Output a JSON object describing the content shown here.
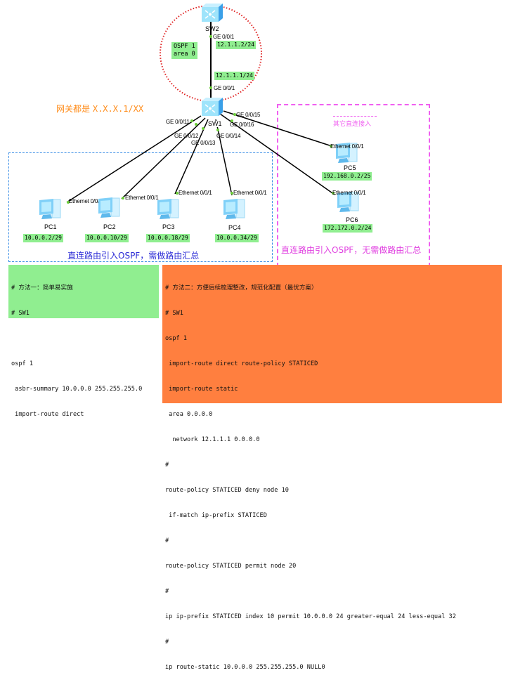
{
  "switches": [
    {
      "id": "sw2",
      "name": "SW2"
    },
    {
      "id": "sw1",
      "name": "SW1"
    }
  ],
  "ospf_area": {
    "lines": [
      "OSPF 1",
      "area 0"
    ]
  },
  "uplink": {
    "sw2_port": "GE 0/0/1",
    "sw2_ip": "12.1.1.2/24",
    "sw1_ip": "12.1.1.1/24",
    "sw1_port": "GE 0/0/1"
  },
  "gateway_note": {
    "prefix": "网关都是",
    "value": "X.X.X.1/XX"
  },
  "sw1_ports": [
    "GE 0/0/11",
    "GE 0/0/12",
    "GE 0/0/13",
    "GE 0/0/14",
    "GE 0/0/15",
    "GE 0/0/16"
  ],
  "pcs": [
    {
      "name": "PC1",
      "port": "Ethernet 0/0/1",
      "ip": "10.0.0.2/29"
    },
    {
      "name": "PC2",
      "port": "Ethernet 0/0/1",
      "ip": "10.0.0.10/29"
    },
    {
      "name": "PC3",
      "port": "Ethernet 0/0/1",
      "ip": "10.0.0.18/29"
    },
    {
      "name": "PC4",
      "port": "Ethernet 0/0/1",
      "ip": "10.0.0.34/29"
    },
    {
      "name": "PC5",
      "port": "Ethernet 0/0/1",
      "ip": "192.168.0.2/25"
    },
    {
      "name": "PC6",
      "port": "Ethernet 0/0/1",
      "ip": "172.172.0.2/24"
    }
  ],
  "zones": {
    "blue_caption": "直连路由引入OSPF，需做路由汇总",
    "pink_title": "其它直连接入",
    "pink_caption": "直连路由引入OSPF，无需做路由汇总"
  },
  "method1": {
    "lines": [
      "# 方法一：简单易实施",
      "# SW1",
      "",
      "ospf 1",
      " asbr-summary 10.0.0.0 255.255.255.0",
      " import-route direct"
    ]
  },
  "method2": {
    "lines": [
      "# 方法二：方便后续梳理整改，规范化配置（最优方案）",
      "# SW1",
      "ospf 1",
      " import-route direct route-policy STATICED",
      " import-route static",
      " area 0.0.0.0",
      "  network 12.1.1.1 0.0.0.0",
      "#",
      "route-policy STATICED deny node 10",
      " if-match ip-prefix STATICED",
      "#",
      "route-policy STATICED permit node 20",
      "#",
      "ip ip-prefix STATICED index 10 permit 10.0.0.0 24 greater-equal 24 less-equal 32",
      "#",
      "ip route-static 10.0.0.0 255.255.255.0 NULL0"
    ]
  },
  "colors": {
    "ip_label_bg": "#90ee90",
    "method2_bg": "#ff7f3f",
    "ospf_circle": "#e02020",
    "blue_zone": "#3a8ee6",
    "pink_zone": "#f060f0",
    "gateway_text": "#ff8c1a"
  }
}
